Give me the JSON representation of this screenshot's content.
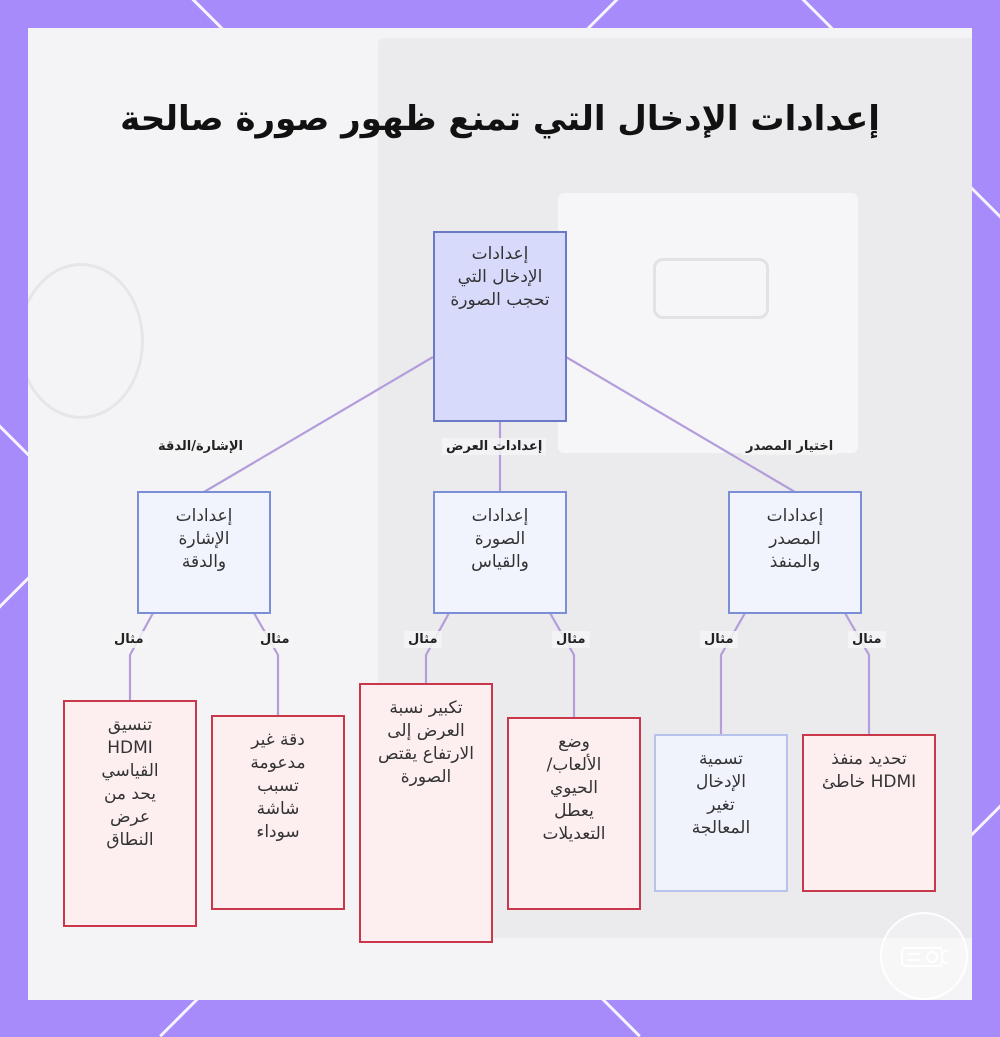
{
  "title": "إعدادات الإدخال التي تمنع ظهور صورة صالحة",
  "root": "إعدادات الإدخال التي تحجب الصورة",
  "branches": [
    {
      "edge_label": "الإشارة/الدقة",
      "node": "إعدادات الإشارة والدقة",
      "leaves": [
        {
          "edge_label": "مثال",
          "text": "تنسيق HDMI القياسي يحد من عرض النطاق"
        },
        {
          "edge_label": "مثال",
          "text": "دقة غير مدعومة تسبب شاشة سوداء"
        }
      ]
    },
    {
      "edge_label": "إعدادات العرض",
      "node": "إعدادات الصورة والقياس",
      "leaves": [
        {
          "edge_label": "مثال",
          "text": "تكبير نسبة العرض إلى الارتفاع يقتص الصورة"
        },
        {
          "edge_label": "مثال",
          "text": "وضع الألعاب/ الحيوي يعطل التعديلات"
        }
      ]
    },
    {
      "edge_label": "اختيار المصدر",
      "node": "إعدادات المصدر والمنفذ",
      "leaves": [
        {
          "edge_label": "مثال",
          "text": "تسمية الإدخال تغير المعالجة"
        },
        {
          "edge_label": "مثال",
          "text": "تحديد منفذ HDMI خاطئ"
        }
      ]
    }
  ],
  "colors": {
    "frame": "#a78bfa",
    "link": "#b39ddb",
    "root_fill": "#d8dafc",
    "leaf_border": "#c9374a"
  }
}
